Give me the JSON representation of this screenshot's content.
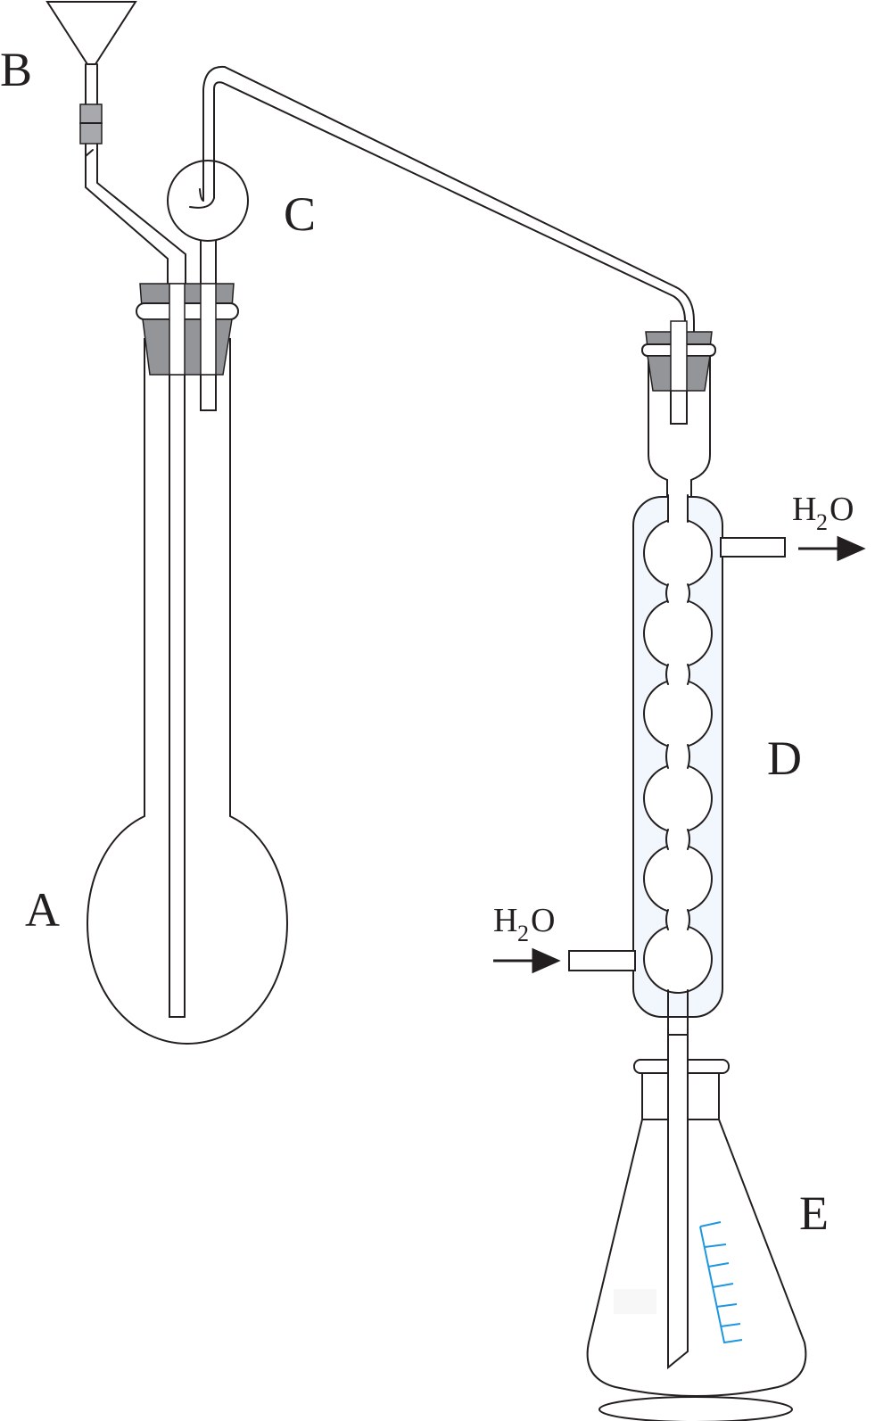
{
  "labels": {
    "A": "A",
    "B": "B",
    "C": "C",
    "D": "D",
    "E": "E"
  },
  "water_outlet": {
    "symbol": "H",
    "subscript": "2",
    "rest": "O"
  },
  "water_inlet": {
    "symbol": "H",
    "subscript": "2",
    "rest": "O"
  },
  "colors": {
    "outline": "#231f20",
    "stopper": "#939598",
    "condenser_jacket": "#f2f7fd",
    "scale_marks": "#1e96e0"
  }
}
